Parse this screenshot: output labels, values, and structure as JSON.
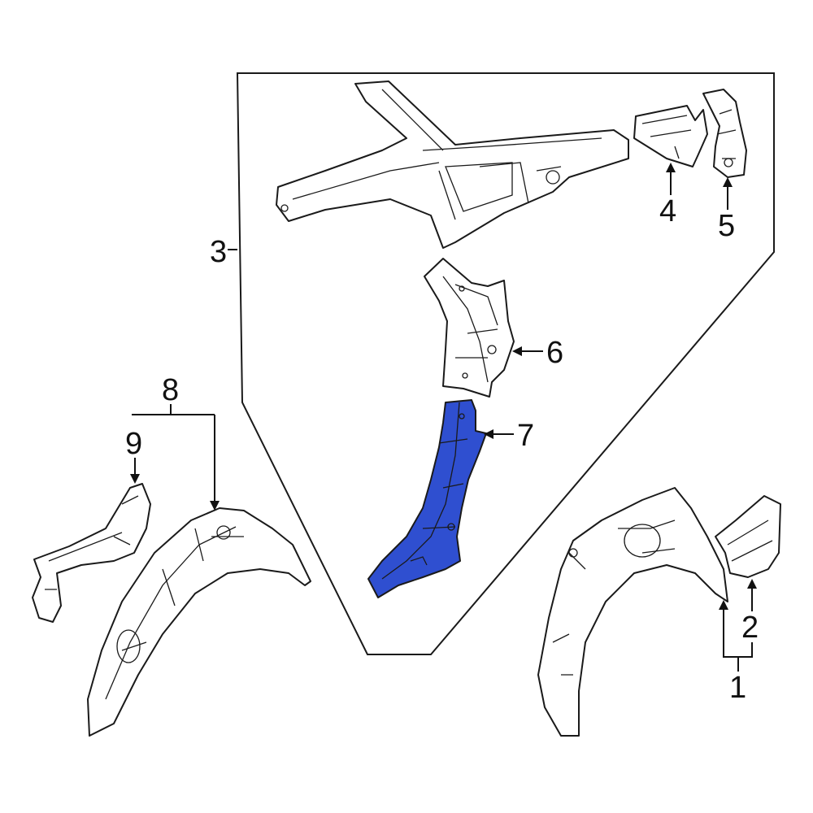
{
  "colors": {
    "highlight_fill": "#2f4fd0",
    "line": "#1a1a1a",
    "background": "#ffffff"
  },
  "callouts": {
    "c1": "1",
    "c2": "2",
    "c3": "3",
    "c4": "4",
    "c5": "5",
    "c6": "6",
    "c7": "7",
    "c8": "8",
    "c9": "9"
  },
  "highlighted_part": "7"
}
